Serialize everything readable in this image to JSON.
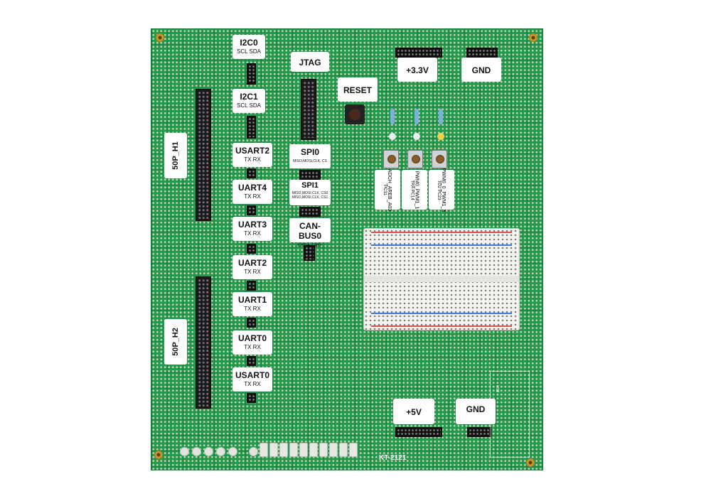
{
  "board": {
    "model": "KT-2121",
    "usb_mark": "USB"
  },
  "labels": {
    "i2c0": {
      "title": "I2C0",
      "sub": "SCL SDA"
    },
    "i2c1": {
      "title": "I2C1",
      "sub": "SCL SDA"
    },
    "jtag": {
      "title": "JTAG"
    },
    "reset": {
      "title": "RESET"
    },
    "v33": {
      "title": "+3.3V"
    },
    "gnd_top": {
      "title": "GND"
    },
    "usart2": {
      "title": "USART2",
      "sub": "TX RX"
    },
    "uart4": {
      "title": "UART4",
      "sub": "TX RX"
    },
    "uart3": {
      "title": "UART3",
      "sub": "TX RX"
    },
    "uart2": {
      "title": "UART2",
      "sub": "TX RX"
    },
    "uart1": {
      "title": "UART1",
      "sub": "TX RX"
    },
    "uart0": {
      "title": "UART0",
      "sub": "TX RX"
    },
    "usart0": {
      "title": "USART0",
      "sub": "TX RX"
    },
    "spi0": {
      "title": "SPI0",
      "sub": "MISO,MOSI,CLK, CS"
    },
    "spi1": {
      "title": "SPI1",
      "sub": "MISO,MOSI,CLK, CS0 MISO,MOSI,CLK, CS1"
    },
    "canbus0": {
      "title": "CAN-BUS0",
      "sub": "can+ can-"
    },
    "v5": {
      "title": "+5V"
    },
    "gnd_bottom": {
      "title": "GND"
    },
    "h1": {
      "title": "50P_H1"
    },
    "h2": {
      "title": "50P_H2"
    }
  },
  "pot_labels": [
    {
      "line1": "ADCH_AREB_A03",
      "line2": "PC31"
    },
    {
      "line1": "PWM0_PWM1_1",
      "line2": "TRA PC14"
    },
    {
      "line1": "PWM0_0_PWM1_3",
      "line2": "TO2 PC23"
    }
  ],
  "colors": {
    "pcb": "#1f9a4f",
    "rail_red": "#d9534f",
    "rail_blue": "#4a78c9",
    "led_white": "#e9eef5",
    "led_yellow": "#f2d34a"
  }
}
